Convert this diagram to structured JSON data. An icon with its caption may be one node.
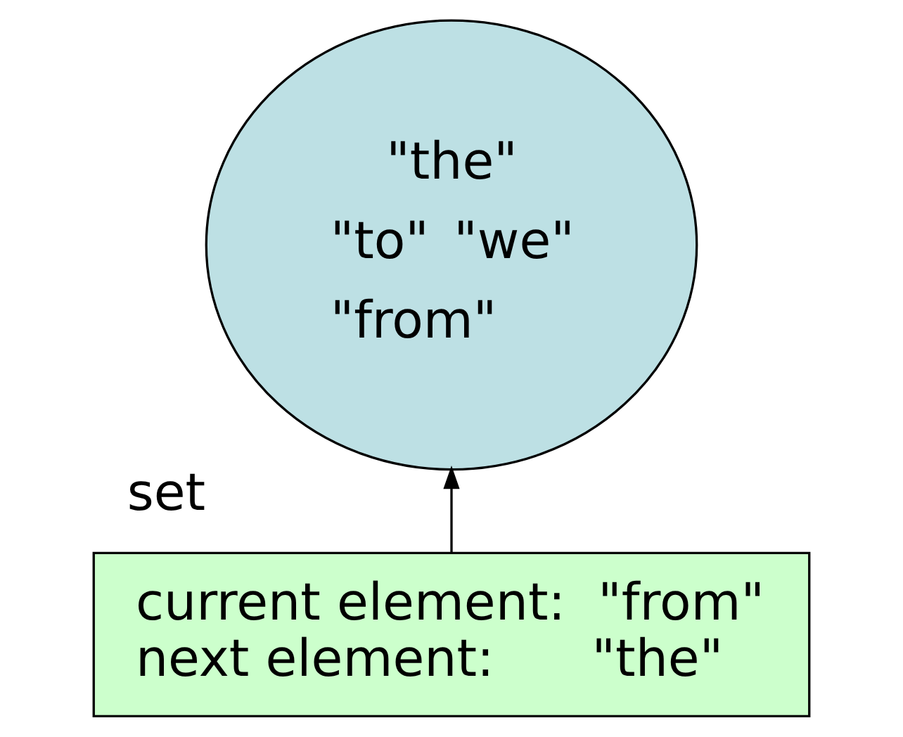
{
  "diagram": {
    "nodes": [
      {
        "text": [
          "\"the\"",
          "\"to\"",
          "\"we\"",
          "\"from\""
        ],
        "beside": [
          "set"
        ]
      },
      {
        "text": [
          "current element:  \"from\"",
          "next element:      \"the\""
        ]
      }
    ],
    "edges": [
      {
        "from": 1,
        "to": 0,
        "arrow": "to"
      }
    ]
  }
}
